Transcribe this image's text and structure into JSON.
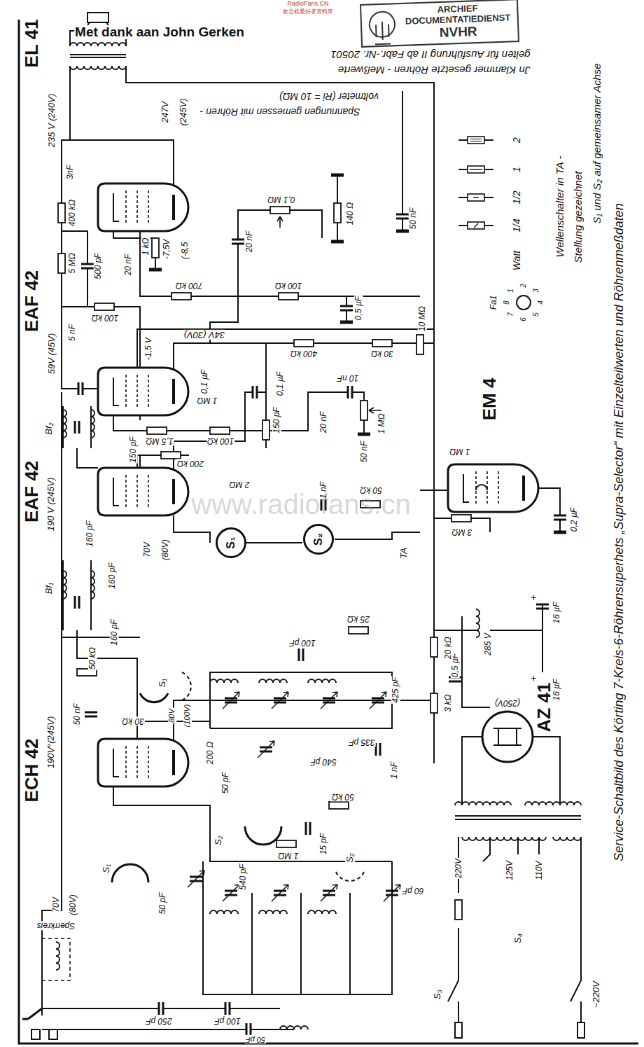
{
  "diagram": {
    "caption": "Service-Schaltbild des Körting 7-Kreis-6-Röhrensuperhets „Supra-Selector“ mit Einzelteilwerten und Röhrenmeßdaten",
    "nodes": [
      {
        "text": [
          "ARCHIEF",
          "DOCUMENTATIEDIENST",
          "NVHR"
        ]
      },
      {
        "text": [
          "S₁"
        ]
      },
      {
        "text": [
          "S₂"
        ]
      }
    ],
    "labels": [
      "Met dank aan John Gerken",
      "RadioFans.CN",
      "收音机爱好者资料库",
      "Jn Klammer gesetzte Röhren - Meßwerte",
      "gelten für Ausführung II ab Fabr.-Nr. 20501",
      "Spannungen gemessen mit Röhren -",
      "voltmeter (Ri = 10 MΩ)",
      "Watt",
      "Wellenschalter in TA -",
      "Stellung gezeichnet",
      "S₁ und S₂ auf gemeinsamer Achse",
      "EL 41",
      "EAF 42",
      "EAF 42",
      "ECH 42",
      "EM 4",
      "AZ 41",
      "235 V (240V)",
      "247V",
      "(245V)",
      "3nF",
      "400 kΩ",
      "5 MΩ",
      "500 pF",
      "100 kΩ",
      "20 nF",
      "1 kΩ",
      "-7,5V",
      "(-8,5",
      "700 kΩ",
      "20 nF",
      "0,1 MΩ",
      "140 Ω",
      "50 nF",
      "100 kΩ",
      "0,5 µF",
      "5 nF",
      "59V (45V)",
      "34V (30V)",
      "400 kΩ",
      "30 kΩ",
      "0,1 µF",
      "0,1 µF",
      "-1,5 V",
      "10 nF",
      "1 MΩ",
      "1 MΩ",
      "10 MΩ",
      "1,5 MΩ",
      "100 kΩ",
      "200 kΩ",
      "150 pF",
      "150 pF",
      "2 MΩ",
      "20 nF",
      "50 nF",
      "Bf₂",
      "190 V (245V)",
      "160 pF",
      "70V",
      "(80V)",
      "160 pF",
      "160 pF",
      "Bf₁",
      "1 nF",
      "50 kΩ",
      "1 MΩ",
      "3 MΩ",
      "0,2 µF",
      "TA",
      "Fa1",
      "1",
      "2",
      "3",
      "4",
      "5",
      "6",
      "7",
      "8",
      "+",
      "16 µF",
      "+",
      "16 µF",
      "285 V",
      "0,5 µF",
      "20 kΩ",
      "3 kΩ",
      "25 kΩ",
      "(250V)",
      "100 pF",
      "50 kΩ",
      "50 nF",
      "425 pF",
      "335 pF",
      "1 nF",
      "30 kΩ",
      "200 Ω",
      "50 pF",
      "540 pF",
      "50 kΩ",
      "80V",
      "(100V)",
      "190V°(245V)",
      "15 pF",
      "1 MΩ",
      "50 pF",
      "540 pF",
      "60 pF",
      "70V",
      "(80V)",
      "Sperrkreis",
      "250 pF",
      "100 pF",
      "50 pF",
      "S₁",
      "S₂",
      "S₂",
      "S₁",
      "220V",
      "125V",
      "110V",
      "S₄",
      "S₃",
      "~220V",
      "www.radiofans.cn"
    ],
    "legend": [
      {
        "text": "2"
      },
      {
        "text": "1"
      },
      {
        "text": "1/2"
      },
      {
        "text": "1/4"
      }
    ]
  }
}
